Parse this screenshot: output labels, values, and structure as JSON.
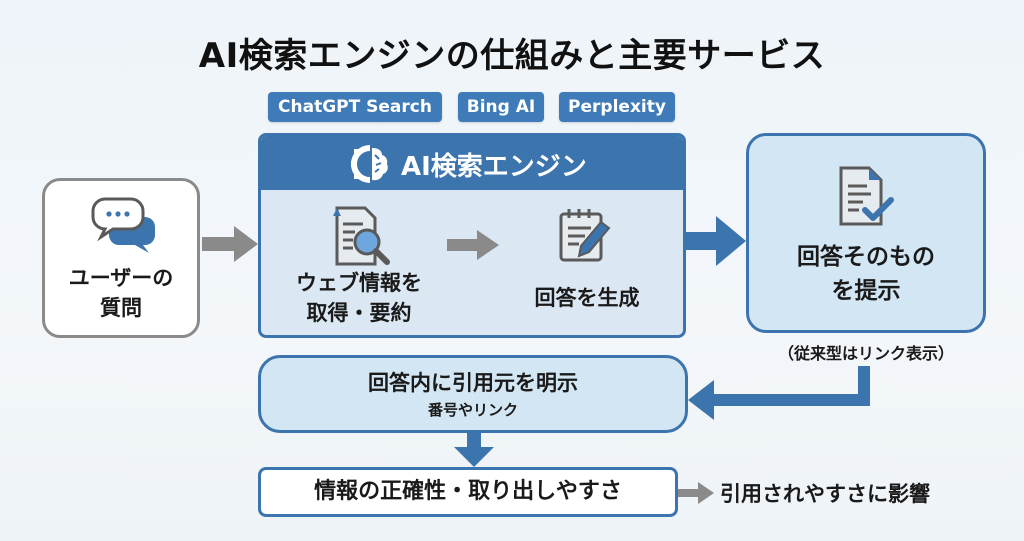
{
  "title": "AI検索エンジンの仕組みと主要サービス",
  "services": [
    "ChatGPT Search",
    "Bing AI",
    "Perplexity"
  ],
  "user_question": {
    "line1": "ユーザーの",
    "line2": "質問",
    "icon": "chat-bubbles-icon"
  },
  "engine": {
    "title": "AI検索エンジン",
    "icon": "gear-brain-icon",
    "steps": [
      {
        "line1": "ウェブ情報を",
        "line2": "取得・要約",
        "icon": "document-search-icon"
      },
      {
        "line1": "回答を生成",
        "icon": "notepad-pencil-icon"
      }
    ]
  },
  "answer": {
    "line1": "回答そのもの",
    "line2": "を提示",
    "icon": "document-check-icon",
    "note": "（従来型はリンク表示）"
  },
  "citation": {
    "main": "回答内に引用元を明示",
    "sub": "番号やリンク"
  },
  "accuracy": "情報の正確性・取り出しやすさ",
  "impact": "引用されやすさに影響",
  "colors": {
    "primary": "#3c74ad",
    "light_fill": "#d3e6f3",
    "gray_arrow": "#8a8a8a",
    "pill": "#3f7bb8"
  }
}
